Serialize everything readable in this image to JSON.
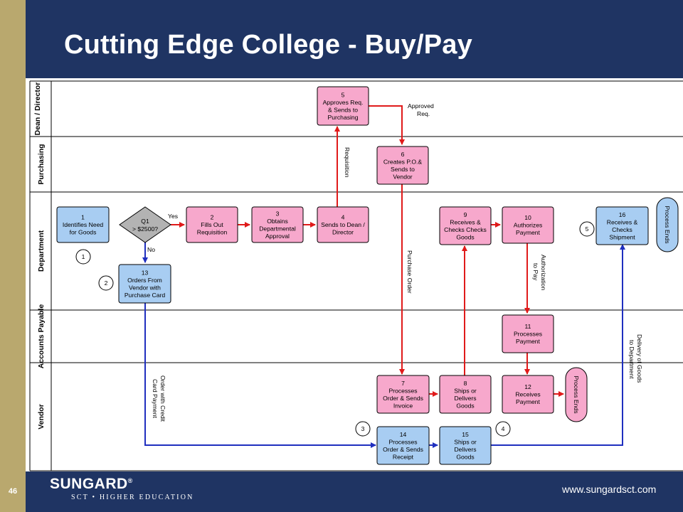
{
  "title": "Cutting Edge College - Buy/Pay",
  "page_number": "46",
  "footer": {
    "logo": "SUNGARD",
    "logo_mark": "®",
    "tagline": "SCT • HIGHER EDUCATION",
    "website": "www.sungardsct.com"
  },
  "colors": {
    "header": "#1f3463",
    "left_bar": "#b9a86e",
    "pink_box": "#f7a8cc",
    "blue_box": "#a8cdf2",
    "red_flow": "#e01a1a",
    "blue_flow": "#1f2fbf"
  },
  "lanes": [
    {
      "id": "dean",
      "label": "Dean / Director"
    },
    {
      "id": "purchasing",
      "label": "Purchasing"
    },
    {
      "id": "department",
      "label": "Department"
    },
    {
      "id": "ap",
      "label": "Accounts Payable"
    },
    {
      "id": "vendor",
      "label": "Vendor"
    }
  ],
  "steps": {
    "s1": {
      "num": "1",
      "lines": [
        "Identifies Need",
        "for Goods"
      ]
    },
    "s2": {
      "num": "2",
      "lines": [
        "Fills Out",
        "Requisition"
      ]
    },
    "s3": {
      "num": "3",
      "lines": [
        "Obtains",
        "Departmental",
        "Approval"
      ]
    },
    "s4": {
      "num": "4",
      "lines": [
        "Sends to Dean /",
        "Director"
      ]
    },
    "s5": {
      "num": "5",
      "lines": [
        "Approves Req.",
        "& Sends to",
        "Purchasing"
      ]
    },
    "s6": {
      "num": "6",
      "lines": [
        "Creates P.O.&",
        "Sends to",
        "Vendor"
      ]
    },
    "s7": {
      "num": "7",
      "lines": [
        "Processes",
        "Order & Sends",
        "Invoice"
      ]
    },
    "s8": {
      "num": "8",
      "lines": [
        "Ships or",
        "Delivers",
        "Goods"
      ]
    },
    "s9": {
      "num": "9",
      "lines": [
        "Receives &",
        "Checks Checks",
        "Goods"
      ]
    },
    "s10": {
      "num": "10",
      "lines": [
        "Authorizes",
        "Payment"
      ]
    },
    "s11": {
      "num": "11",
      "lines": [
        "Processes",
        "Payment"
      ]
    },
    "s12": {
      "num": "12",
      "lines": [
        "Receives",
        "Payment"
      ]
    },
    "s13": {
      "num": "13",
      "lines": [
        "Orders From",
        "Vendor with",
        "Purchase Card"
      ]
    },
    "s14": {
      "num": "14",
      "lines": [
        "Processes",
        "Order & Sends",
        "Receipt"
      ]
    },
    "s15": {
      "num": "15",
      "lines": [
        "Ships or",
        "Delivers",
        "Goods"
      ]
    },
    "s16": {
      "num": "16",
      "lines": [
        "Receives &",
        "Checks",
        "Shipment"
      ]
    }
  },
  "decision": {
    "lines": [
      "Q1",
      "> $2500?"
    ],
    "yes": "Yes",
    "no": "No"
  },
  "terminators": {
    "end_department": "Process Ends",
    "end_vendor": "Process Ends"
  },
  "markers": {
    "m1": "1",
    "m2": "2",
    "m3": "3",
    "m4": "4",
    "m5": "5"
  },
  "flow_labels": {
    "approved_req": [
      "Approved",
      "Req."
    ],
    "requisition": "Requisition",
    "purchase_order": "Purchase Order",
    "authorization": [
      "Authorization",
      "to Pay"
    ],
    "order_credit": [
      "Order with Credit",
      "Card Payment"
    ],
    "delivery": [
      "Delivery of Goods",
      "to Department"
    ]
  }
}
